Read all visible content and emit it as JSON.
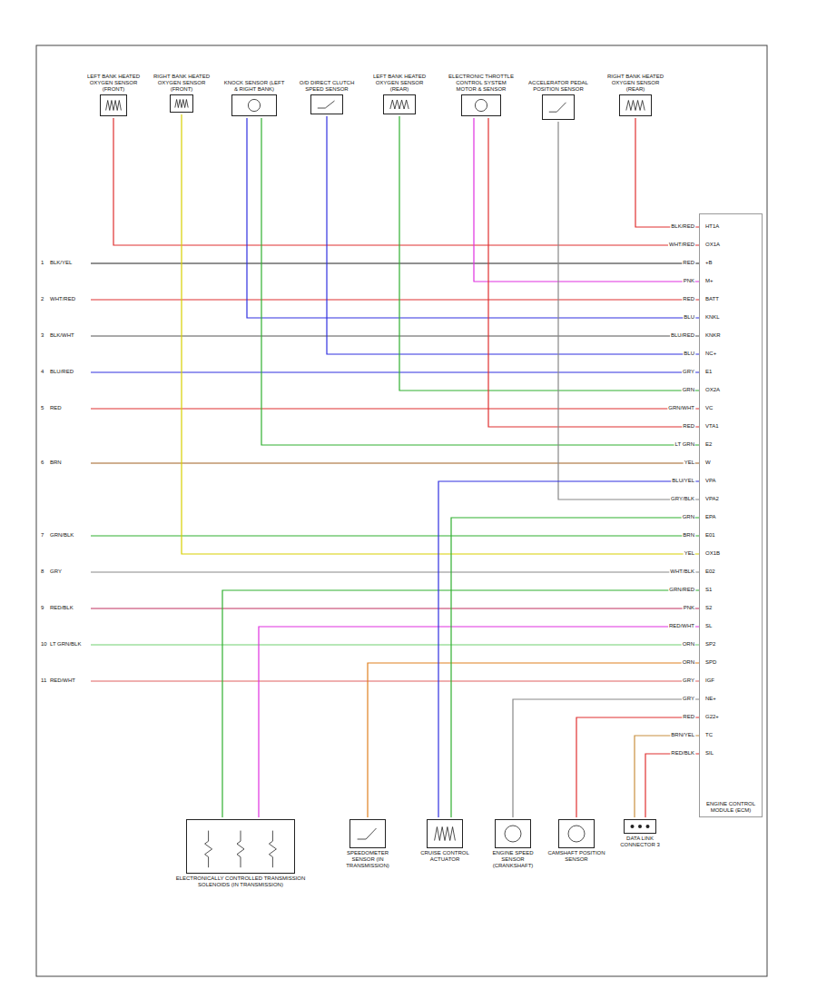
{
  "diagram": {
    "nodes": [
      {
        "text": [
          "LEFT BANK HEATED OXYGEN SENSOR (FRONT)"
        ]
      },
      {
        "text": [
          "RIGHT BANK HEATED OXYGEN SENSOR (FRONT)"
        ]
      },
      {
        "text": [
          "KNOCK SENSOR (LEFT & RIGHT BANK)"
        ]
      },
      {
        "text": [
          "O/D DIRECT CLUTCH SPEED SENSOR"
        ]
      },
      {
        "text": [
          "LEFT BANK HEATED OXYGEN SENSOR (REAR)"
        ]
      },
      {
        "text": [
          "ELECTRONIC THROTTLE CONTROL SYSTEM MOTOR & SENSOR"
        ]
      },
      {
        "text": [
          "ACCELERATOR PEDAL POSITION SENSOR"
        ]
      },
      {
        "text": [
          "RIGHT BANK HEATED OXYGEN SENSOR (REAR)"
        ]
      },
      {
        "text": [
          "ENGINE CONTROL MODULE (ECM)"
        ]
      },
      {
        "text": [
          "ELECTRONICALLY CONTROLLED TRANSMISSION SOLENOIDS (IN TRANSMISSION)"
        ]
      },
      {
        "text": [
          "SPEEDOMETER SENSOR (IN TRANSMISSION)"
        ]
      },
      {
        "text": [
          "CRUISE CONTROL ACTUATOR"
        ]
      },
      {
        "text": [
          "ENGINE SPEED SENSOR (CRANKSHAFT)"
        ]
      },
      {
        "text": [
          "CAMSHAFT POSITION SENSOR"
        ]
      },
      {
        "text": [
          "DATA LINK CONNECTOR 3"
        ]
      }
    ],
    "edges": [
      {
        "from": 0,
        "to": 8,
        "arrow": "none"
      },
      {
        "from": 1,
        "to": 8,
        "arrow": "none"
      },
      {
        "from": 2,
        "to": 8,
        "arrow": "none"
      },
      {
        "from": 2,
        "to": 8,
        "arrow": "none"
      },
      {
        "from": 3,
        "to": 8,
        "arrow": "none"
      },
      {
        "from": 4,
        "to": 8,
        "arrow": "none"
      },
      {
        "from": 5,
        "to": 8,
        "arrow": "none"
      },
      {
        "from": 5,
        "to": 8,
        "arrow": "none"
      },
      {
        "from": 6,
        "to": 8,
        "arrow": "none"
      },
      {
        "from": 7,
        "to": 8,
        "arrow": "none"
      },
      {
        "from": 9,
        "to": 8,
        "arrow": "none"
      },
      {
        "from": 9,
        "to": 8,
        "arrow": "none"
      },
      {
        "from": 10,
        "to": 8,
        "arrow": "none"
      },
      {
        "from": 11,
        "to": 8,
        "arrow": "none"
      },
      {
        "from": 11,
        "to": 8,
        "arrow": "none"
      },
      {
        "from": 12,
        "to": 8,
        "arrow": "none"
      },
      {
        "from": 13,
        "to": 8,
        "arrow": "none"
      },
      {
        "from": 14,
        "to": 8,
        "arrow": "none"
      },
      {
        "from": 14,
        "to": 8,
        "arrow": "none"
      }
    ],
    "labels": [
      "1",
      "BLK/YEL",
      "2",
      "WHT/RED",
      "3",
      "BLK/WHT",
      "4",
      "BLU/RED",
      "5",
      "RED",
      "6",
      "BRN",
      "7",
      "GRN/BLK",
      "8",
      "GRY",
      "9",
      "RED/BLK",
      "10",
      "LT GRN/BLK",
      "11",
      "RED/WHT",
      "BLK/RED",
      "HT1A",
      "WHT/RED",
      "OX1A",
      "RED",
      "+B",
      "PNK",
      "M+",
      "RED",
      "BATT",
      "BLU",
      "KNKL",
      "BLU/RED",
      "KNKR",
      "BLU",
      "NC+",
      "GRY",
      "E1",
      "GRN",
      "OX2A",
      "GRN/WHT",
      "VC",
      "RED",
      "VTA1",
      "LT GRN",
      "E2",
      "YEL",
      "W",
      "BLU/YEL",
      "VPA",
      "GRY/BLK",
      "VPA2",
      "GRN",
      "EPA",
      "BRN",
      "E01",
      "YEL",
      "OX1B",
      "WHT/BLK",
      "E02",
      "GRN/RED",
      "S1",
      "PNK",
      "S2",
      "RED/WHT",
      "SL",
      "ORN",
      "SP2",
      "ORN",
      "SPD",
      "GRY",
      "IGF",
      "GRY",
      "NE+",
      "RED",
      "G22+",
      "BRN/YEL",
      "TC",
      "RED/BLK",
      "SIL"
    ]
  }
}
